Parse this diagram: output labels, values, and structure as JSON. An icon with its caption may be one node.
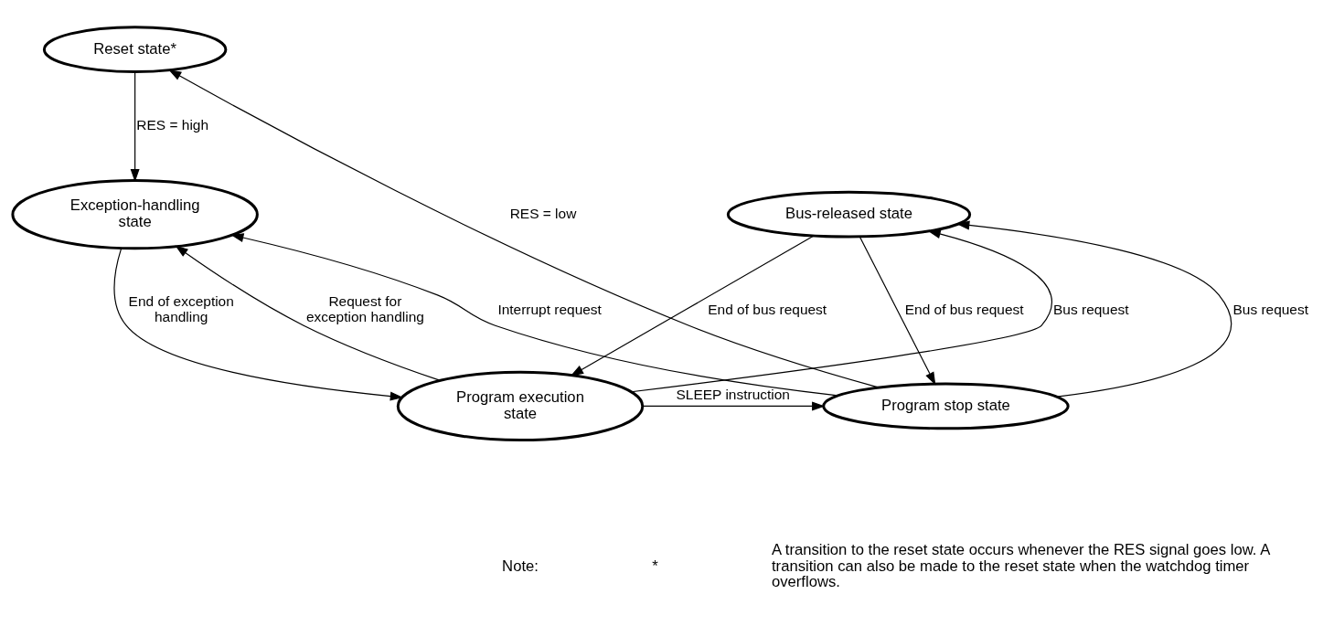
{
  "diagram": {
    "nodes": [
      {
        "text": [
          "Reset state*"
        ]
      },
      {
        "text": [
          "Exception-handling state"
        ]
      },
      {
        "text": [
          "Bus-released state"
        ]
      },
      {
        "text": [
          "Program execution state"
        ]
      },
      {
        "text": [
          "Program stop state"
        ]
      }
    ],
    "edges": [
      {
        "from": 0,
        "to": 1,
        "arrow": "to",
        "label": "RES = high"
      },
      {
        "from": 4,
        "to": 0,
        "arrow": "to",
        "label": "RES = low"
      },
      {
        "from": 3,
        "to": 1,
        "arrow": "to",
        "label": "Request for exception handling"
      },
      {
        "from": 1,
        "to": 3,
        "arrow": "to",
        "label": "End of exception handling"
      },
      {
        "from": 4,
        "to": 1,
        "arrow": "to",
        "label": "Interrupt request"
      },
      {
        "from": 3,
        "to": 2,
        "arrow": "to",
        "label": "Bus request"
      },
      {
        "from": 2,
        "to": 3,
        "arrow": "to",
        "label": "End of bus request"
      },
      {
        "from": 3,
        "to": 4,
        "arrow": "to",
        "label": "SLEEP instruction"
      },
      {
        "from": 4,
        "to": 2,
        "arrow": "to",
        "label": "Bus request"
      },
      {
        "from": 2,
        "to": 4,
        "arrow": "to",
        "label": "End of bus request"
      }
    ],
    "labels": [
      "Note:",
      "*",
      "A transition to the reset state occurs whenever the RES signal goes low. A transition can also be made to the reset state when the watchdog timer overflows."
    ]
  }
}
